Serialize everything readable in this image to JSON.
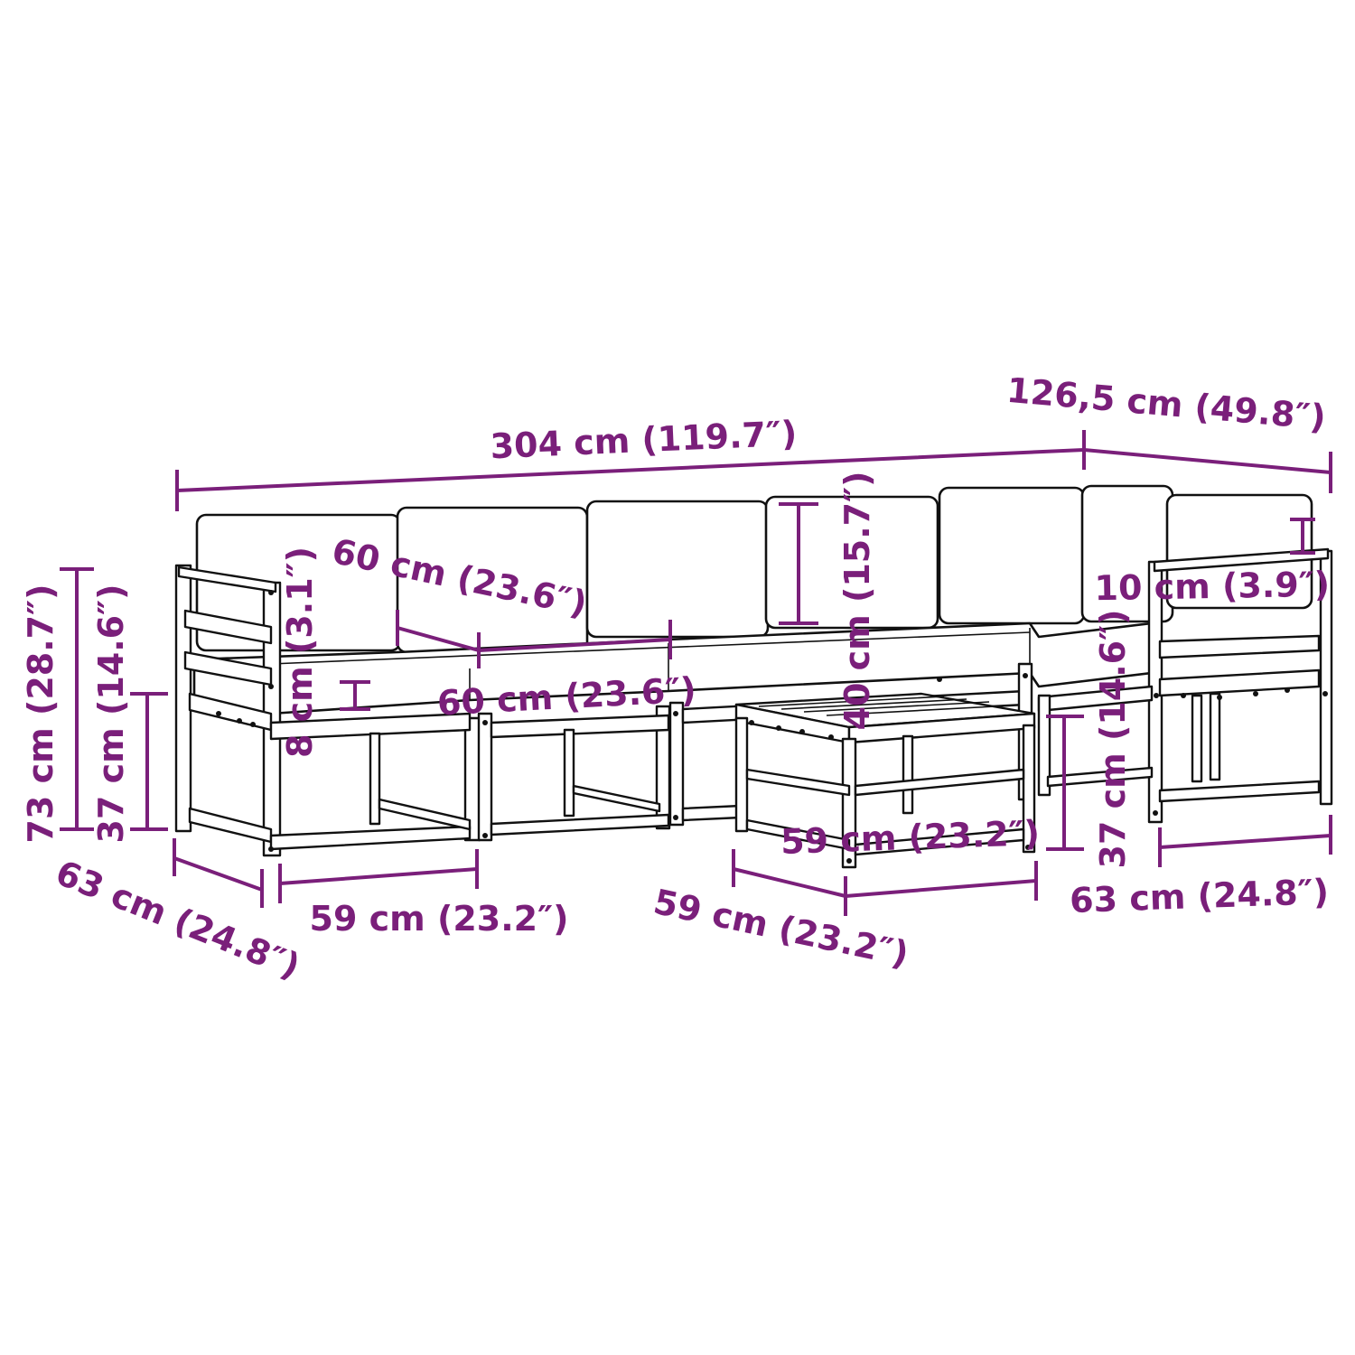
{
  "diagram": {
    "accent_color": "#7a1f7a",
    "labels": {
      "total_length": "304 cm (119.7″)",
      "side_length": "126,5 cm (49.8″)",
      "seat_width_back": "60 cm (23.6″)",
      "seat_width_front": "60 cm (23.6″)",
      "arm_height": "8 cm (3.1″)",
      "backrest_height": "40 cm (15.7″)",
      "back_cushion_thickness": "10 cm (3.9″)",
      "total_height": "73 cm (28.7″)",
      "seat_height_left": "37 cm (14.6″)",
      "seat_height_right": "37 cm (14.6″)",
      "depth_left": "63 cm (24.8″)",
      "depth_right": "63 cm (24.8″)",
      "module_width_left": "59 cm (23.2″)",
      "table_width": "59 cm (23.2″)",
      "table_depth": "59 cm (23.2″)"
    }
  }
}
